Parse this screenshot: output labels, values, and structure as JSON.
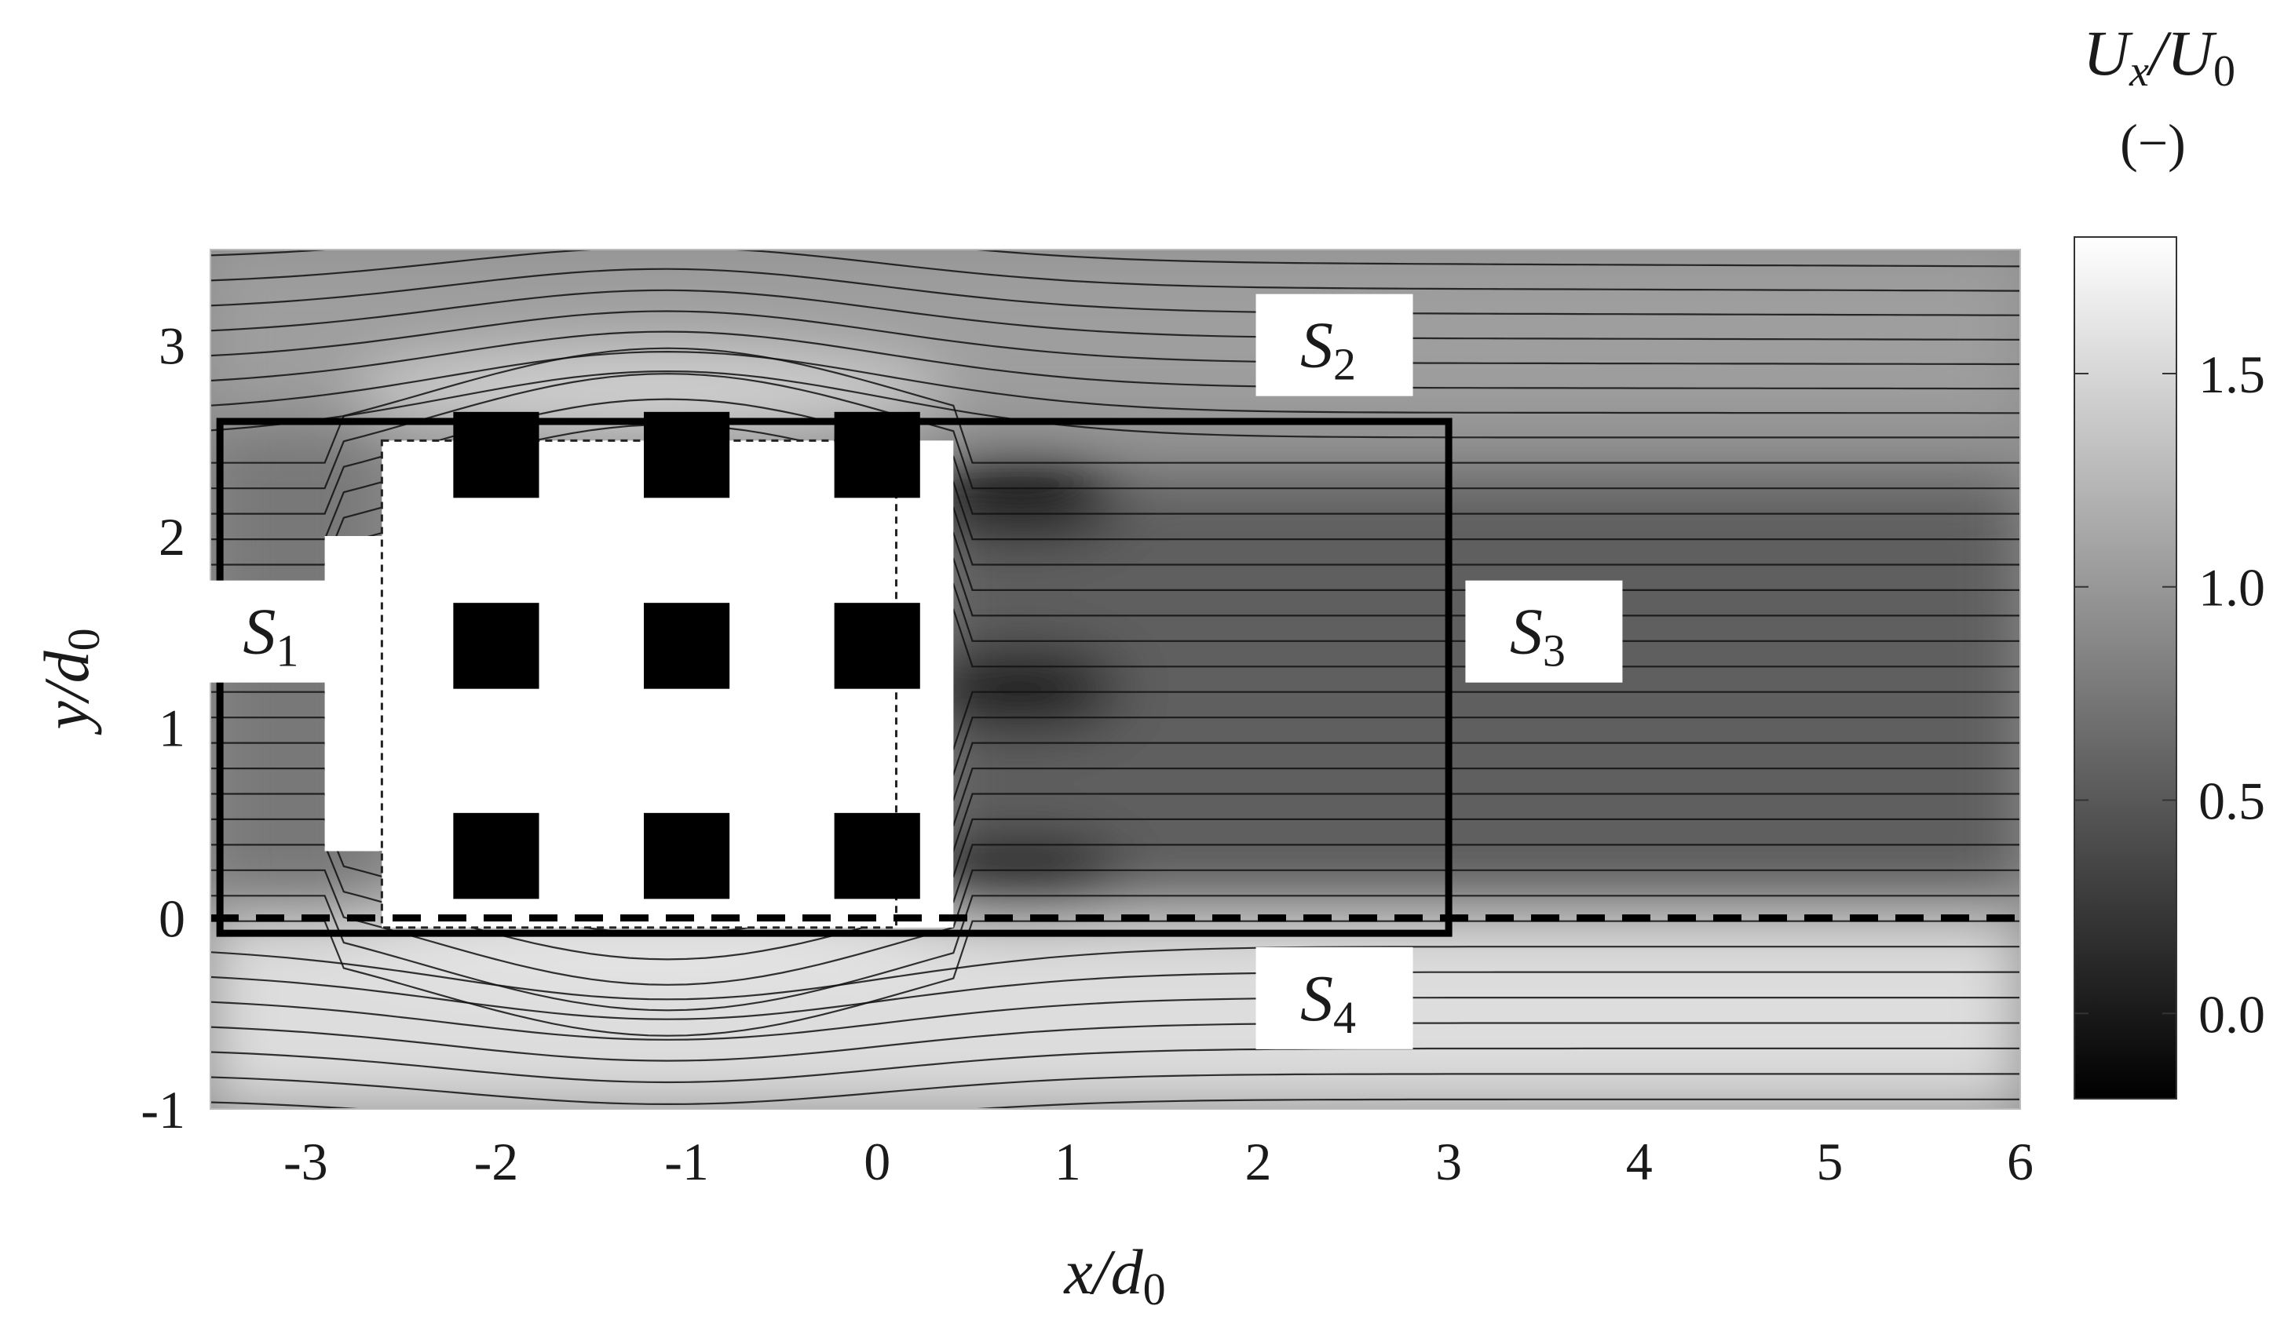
{
  "chart_data": {
    "type": "heatmap",
    "title": "",
    "xlabel": "x/d",
    "xlabel_sub": "0",
    "ylabel": "y/d",
    "ylabel_sub": "0",
    "xlim": [
      -3.5,
      6
    ],
    "ylim": [
      -1,
      3.5
    ],
    "xticks": [
      -3,
      -2,
      -1,
      0,
      1,
      2,
      3,
      4,
      5,
      6
    ],
    "yticks": [
      -1,
      0,
      1,
      2,
      3
    ],
    "grid": false,
    "colormap": "gray",
    "colorbar": {
      "label_main": "U",
      "label_sub": "x",
      "label_div": "/U",
      "label_sub2": "0",
      "units": "(−)",
      "range": [
        -0.2,
        1.82
      ],
      "ticks": [
        0.0,
        0.5,
        1.0,
        1.5
      ],
      "tick_labels": [
        "0.0",
        "0.5",
        "1.0",
        "1.5"
      ]
    },
    "tick_labels_x": [
      "-3",
      "-2",
      "-1",
      "0",
      "1",
      "2",
      "3",
      "4",
      "5",
      "6"
    ],
    "tick_labels_y": [
      "-1",
      "0",
      "1",
      "2",
      "3"
    ],
    "control_volume": {
      "x": [
        -3.45,
        3.0
      ],
      "y": [
        -0.08,
        2.6
      ],
      "symmetry_line_y": 0.0
    },
    "regions": [
      {
        "label": "S",
        "sub": "1",
        "x": -3.15,
        "y": 1.5
      },
      {
        "label": "S",
        "sub": "2",
        "x": 2.4,
        "y": 3.0
      },
      {
        "label": "S",
        "sub": "3",
        "x": 3.5,
        "y": 1.5
      },
      {
        "label": "S",
        "sub": "4",
        "x": 2.4,
        "y": -0.42
      }
    ],
    "cylinders": {
      "columns_x": [
        -2.0,
        -1.0,
        0.0
      ],
      "rows_y": [
        0.1,
        1.2,
        2.2
      ],
      "size": 0.45
    },
    "masked_region": {
      "x": [
        -2.6,
        0.4
      ],
      "y": [
        -0.05,
        2.5
      ]
    },
    "field_levels": {
      "freestream_upper": 1.05,
      "freestream_lower": 1.55,
      "wake_center": 0.55,
      "wake_min": -0.15
    },
    "streamline_count": 34
  }
}
